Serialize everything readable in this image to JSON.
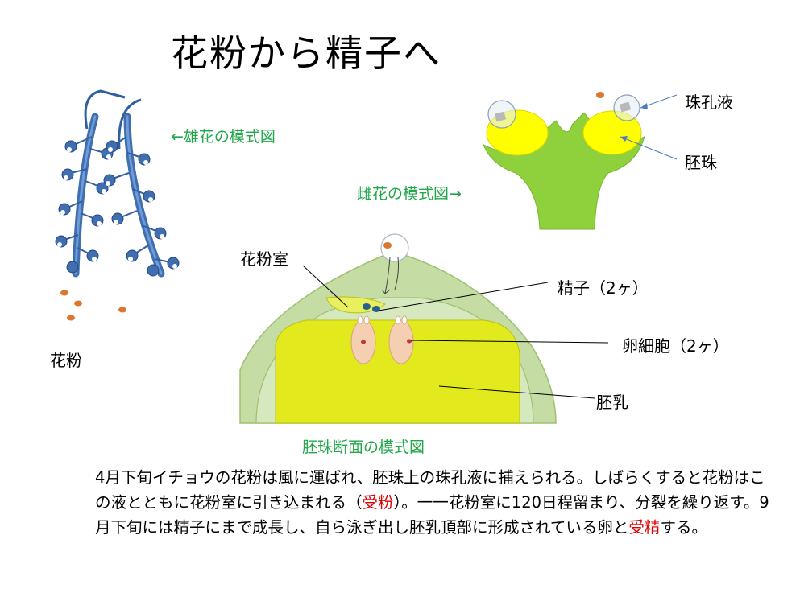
{
  "title": "花粉から精子へ",
  "male_flower_caption": "←雄花の模式図",
  "female_flower_caption": "雌花の模式図→",
  "ovule_section_caption": "胚珠断面の模式図",
  "labels": {
    "pollen": "花粉",
    "micropylar_fluid": "珠孔液",
    "ovule": "胚珠",
    "pollen_chamber": "花粉室",
    "sperm": "精子（2ヶ）",
    "egg_cell": "卵細胞（2ヶ）",
    "endosperm": "胚乳"
  },
  "description": {
    "part1": "4月下旬イチョウの花粉は風に運ばれ、胚珠上の珠孔液に捕えられる。しばらくすると花粉はこの液とともに花粉室に引き込まれる（",
    "highlight1": "受粉",
    "part2": "）。一一花粉室に120日程留まり、分裂を繰り返す。9月下旬には精子にまで成長し、自ら泳ぎ出し胚乳頂部に形成されている卵と",
    "highlight2": "受精",
    "part3": "する。"
  },
  "colors": {
    "male_flower": "#3f6fb0",
    "pollen_grain": "#d9772e",
    "female_flower": "#8fd13c",
    "ovule_fill": "#ffff00",
    "integument": "#c5dca4",
    "endosperm": "#e2ea1e",
    "egg_cell": "#f4cfb2",
    "caption": "#22a84a",
    "highlight": "#e00000"
  }
}
